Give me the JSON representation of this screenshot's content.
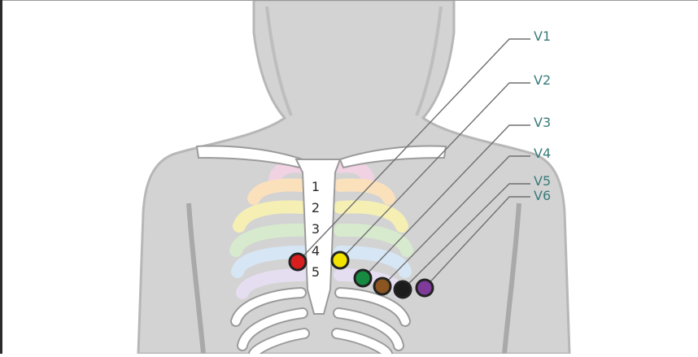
{
  "leads": [
    {
      "label": "V1",
      "color": "#d81e1e"
    },
    {
      "label": "V2",
      "color": "#f2e400"
    },
    {
      "label": "V3",
      "color": "#178a42"
    },
    {
      "label": "V4",
      "color": "#8a5520"
    },
    {
      "label": "V5",
      "color": "#1c1c1c"
    },
    {
      "label": "V6",
      "color": "#7e3b9a"
    }
  ],
  "intercostal_spaces": [
    "1",
    "2",
    "3",
    "4",
    "5"
  ],
  "colors": {
    "body": "#d3d3d3",
    "body_outline": "#b4b4b4",
    "bone": "#ffffff",
    "bone_outline": "#9b9b9b",
    "label_text": "#3a7c7a",
    "leader_line": "#707070",
    "rib_bands": [
      "#f1d2e3",
      "#fbe0bc",
      "#f6efb4",
      "#d7eacd",
      "#d6e6f4",
      "#e5ddf0"
    ]
  }
}
